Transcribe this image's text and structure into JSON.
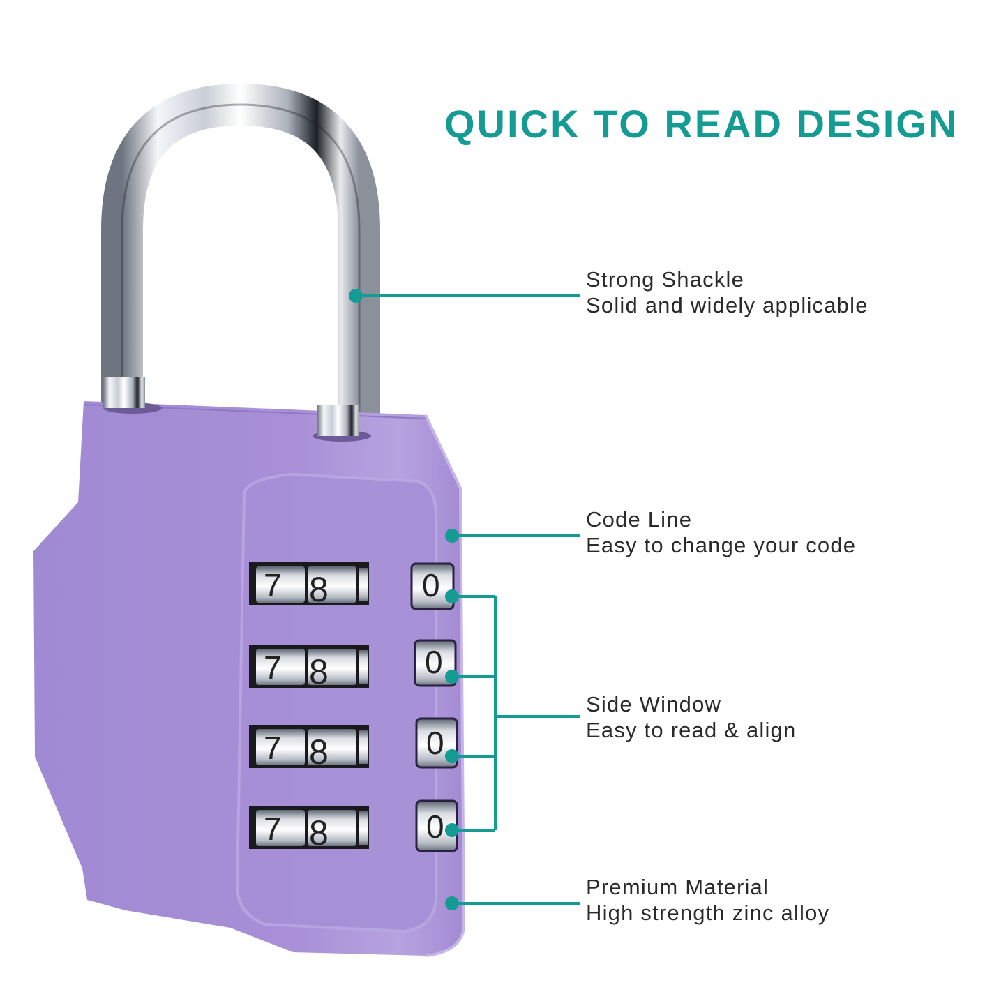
{
  "title": "QUICK TO READ DESIGN",
  "colors": {
    "accent": "#149b94",
    "lock_body": "#a88fd6",
    "lock_body_shadow": "#9279c8",
    "text": "#2a2a2a"
  },
  "callouts": [
    {
      "heading": "Strong Shackle",
      "subtext": "Solid and widely applicable"
    },
    {
      "heading": "Code Line",
      "subtext": "Easy to change your code"
    },
    {
      "heading": "Side Window",
      "subtext": "Easy to read & align"
    },
    {
      "heading": "Premium Material",
      "subtext": "High strength zinc alloy"
    }
  ],
  "lock": {
    "wheels": [
      {
        "front_left": "7",
        "front_right": "8",
        "side": "0"
      },
      {
        "front_left": "7",
        "front_right": "8",
        "side": "0"
      },
      {
        "front_left": "7",
        "front_right": "8",
        "side": "0"
      },
      {
        "front_left": "7",
        "front_right": "8",
        "side": "0"
      }
    ]
  }
}
